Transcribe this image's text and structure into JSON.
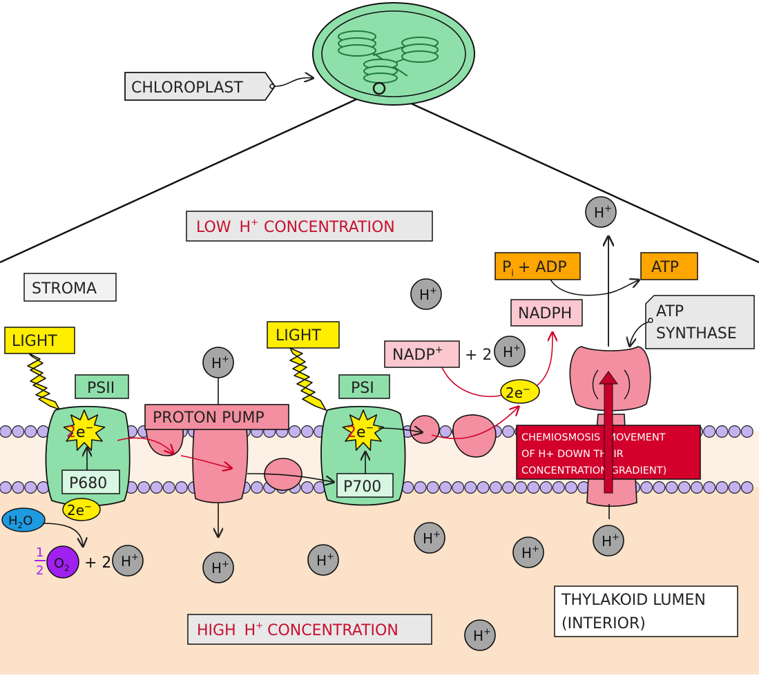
{
  "colors": {
    "lumen": "#fbe2c8",
    "membrane_band": "#fdf0e4",
    "lipid_head": "#c4b2f0",
    "psii_green": "#8fdfaa",
    "pink": "#f38fa0",
    "light_yellow": "#ffee00",
    "orange_box": "#ffa500",
    "chemi_red": "#d2002b",
    "grey_box": "#e8e8e8",
    "ion_grey": "#a6a6a6",
    "water_blue": "#1e9ae0",
    "oxygen_purple": "#a020f0"
  },
  "labels": {
    "chloroplast": "CHLOROPLAST",
    "stroma": "STROMA",
    "low": {
      "pre": "LOW",
      "h": "H",
      "sup": "+",
      "post": "CONCENTRATION"
    },
    "high": {
      "pre": "HIGH",
      "h": "H",
      "sup": "+",
      "post": "CONCENTRATION"
    },
    "light_1": "LIGHT",
    "light_2": "LIGHT",
    "psii": "PSII",
    "psi": "PSI",
    "p680": "P680",
    "p700": "P700",
    "proton_pump": "PROTON PUMP",
    "electrons": {
      "num": "2",
      "e": "e",
      "sup": "−"
    },
    "nadp": {
      "text": "NADP",
      "sup": "+"
    },
    "plus_two": "+ 2",
    "nadph": "NADPH",
    "pi_adp": {
      "p": "P",
      "sub": "i",
      "rest": "+ ADP"
    },
    "atp": "ATP",
    "atp_synthase": [
      "ATP",
      "SYNTHASE"
    ],
    "chemiosmosis": [
      "CHEMIOSMOSIS (MOVEMENT",
      "OF H+ DOWN THEIR",
      "CONCENTRATION GRADIENT)"
    ],
    "water": {
      "h": "H",
      "sub": "2",
      "o": "O"
    },
    "half": {
      "num": "1",
      "den": "2"
    },
    "oxygen": {
      "o": "O",
      "sub": "2"
    },
    "plus_two_h": "+ 2",
    "lumen": [
      "THYLAKOID  LUMEN",
      "(INTERIOR)"
    ],
    "hydrogen_ion": {
      "h": "H",
      "sup": "+"
    }
  }
}
